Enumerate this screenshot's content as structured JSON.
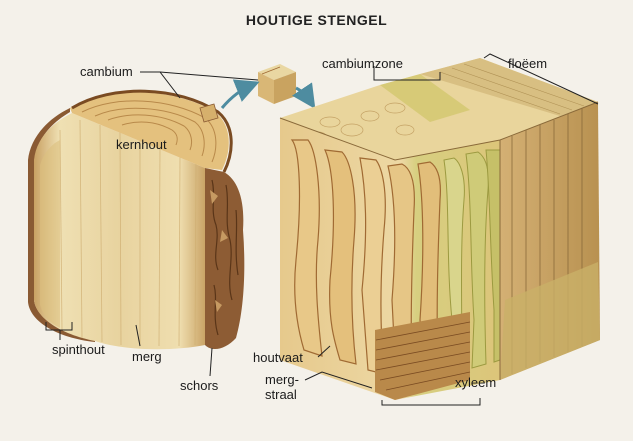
{
  "title": "HOUTIGE STENGEL",
  "labels": {
    "cambium": "cambium",
    "kernhout": "kernhout",
    "cambiumzone": "cambiumzone",
    "floeem": "floëem",
    "spinthout": "spinthout",
    "merg": "merg",
    "schors": "schors",
    "houtvaat": "houtvaat",
    "mergstraal_line1": "merg-",
    "mergstraal_line2": "straal",
    "xyleem": "xyleem"
  },
  "colors": {
    "background": "#f4f1ea",
    "wood_light": "#ecd9a6",
    "wood_mid": "#d9b776",
    "wood_dark": "#a06a33",
    "bark": "#8a5a33",
    "phloem_green": "#c9c46a",
    "arrow": "#4e8ca0"
  }
}
